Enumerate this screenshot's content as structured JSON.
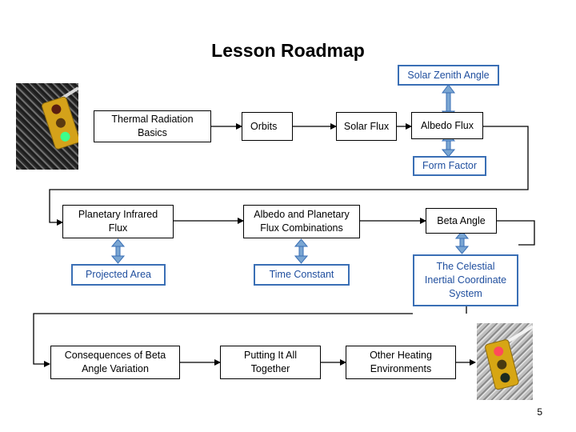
{
  "title": "Lesson Roadmap",
  "nodes": {
    "thermal": "Thermal Radiation Basics",
    "orbits": "Orbits",
    "solar_flux": "Solar Flux",
    "albedo_flux": "Albedo Flux",
    "solar_zenith": "Solar Zenith Angle",
    "form_factor": "Form Factor",
    "planetary_ir": "Planetary Infrared Flux",
    "albedo_planetary": "Albedo and Planetary Flux Combinations",
    "beta_angle": "Beta Angle",
    "projected_area": "Projected Area",
    "time_constant": "Time Constant",
    "celestial": "The Celestial Inertial Coordinate System",
    "consequences": "Consequences of Beta Angle Variation",
    "putting": "Putting It All Together",
    "other_heating": "Other Heating Environments"
  },
  "images": {
    "start": "traffic-light-green",
    "end": "traffic-light-red"
  },
  "page_number": "5",
  "colors": {
    "accent_border": "#3a6fb5",
    "accent_text": "#1f4e9e",
    "arrow_fill": "#7aa6d2"
  }
}
